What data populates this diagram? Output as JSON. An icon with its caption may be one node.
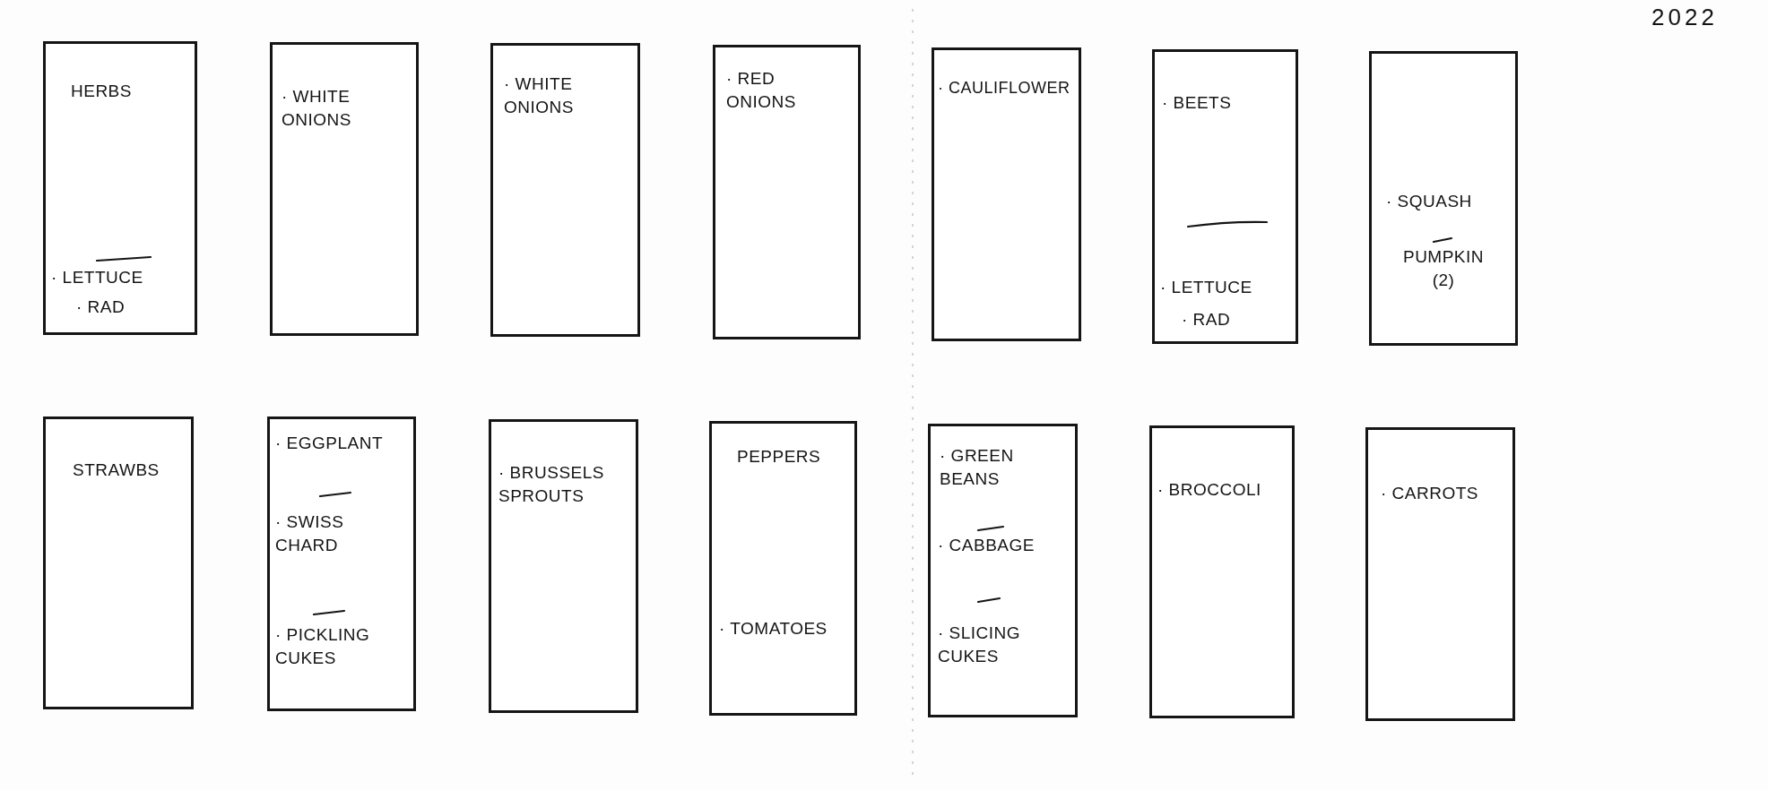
{
  "diagram": {
    "nodes": [
      {
        "text": [
          "HERBS",
          "· LETTUCE",
          "· RAD"
        ]
      },
      {
        "text": [
          "· WHITE ONIONS"
        ]
      },
      {
        "text": [
          "· WHITE ONIONS"
        ]
      },
      {
        "text": [
          "· RED ONIONS"
        ]
      },
      {
        "text": [
          "· CAULIFLOWER"
        ]
      },
      {
        "text": [
          "· BEETS",
          "· LETTUCE",
          "· RAD"
        ]
      },
      {
        "text": [
          "· SQUASH",
          "PUMPKIN (2)"
        ]
      },
      {
        "text": [
          "STRAWBS"
        ]
      },
      {
        "text": [
          "· EGGPLANT",
          "· SWISS CHARD",
          "· PICKLING CUKES"
        ]
      },
      {
        "text": [
          "· BRUSSELS SPROUTS"
        ]
      },
      {
        "text": [
          "PEPPERS",
          "· TOMATOES"
        ]
      },
      {
        "text": [
          "· GREEN BEANS",
          "· CABBAGE",
          "· SLICING CUKES"
        ]
      },
      {
        "text": [
          "· BROCCOLI"
        ]
      },
      {
        "text": [
          "· CARROTS"
        ]
      }
    ],
    "labels": [
      "2022"
    ]
  }
}
